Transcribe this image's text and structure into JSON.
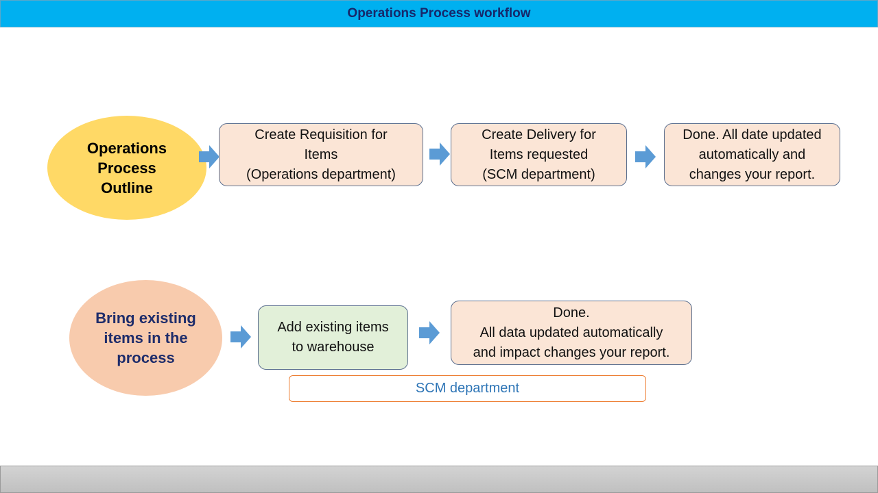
{
  "header": {
    "title": "Operations Process workflow",
    "background": "#00b0f0",
    "title_color": "#16286b"
  },
  "row1": {
    "outline": {
      "label": "Operations\nProcess\nOutline",
      "fill": "#ffd966",
      "text_color": "#000000"
    },
    "steps": [
      {
        "label": "Create Requisition for\nItems\n(Operations department)"
      },
      {
        "label": "Create Delivery for\nItems requested\n(SCM department)"
      },
      {
        "label": "Done. All date updated\nautomatically and\nchanges your report."
      }
    ]
  },
  "row2": {
    "outline": {
      "label": "Bring existing\nitems in the\nprocess",
      "fill": "#f8cbad",
      "text_color": "#1f2d6b"
    },
    "steps": [
      {
        "label": "Add existing items\nto warehouse"
      },
      {
        "label": "Done.\nAll data updated automatically\nand impact changes your report."
      }
    ],
    "department_label": "SCM department"
  },
  "colors": {
    "arrow": "#5b9bd5",
    "step_fill": "#fbe5d6",
    "step_green_fill": "#e2f0d9",
    "dept_border": "#ed7d31",
    "dept_text": "#2e75b6"
  },
  "icons": {
    "arrow": "right-block-arrow"
  }
}
